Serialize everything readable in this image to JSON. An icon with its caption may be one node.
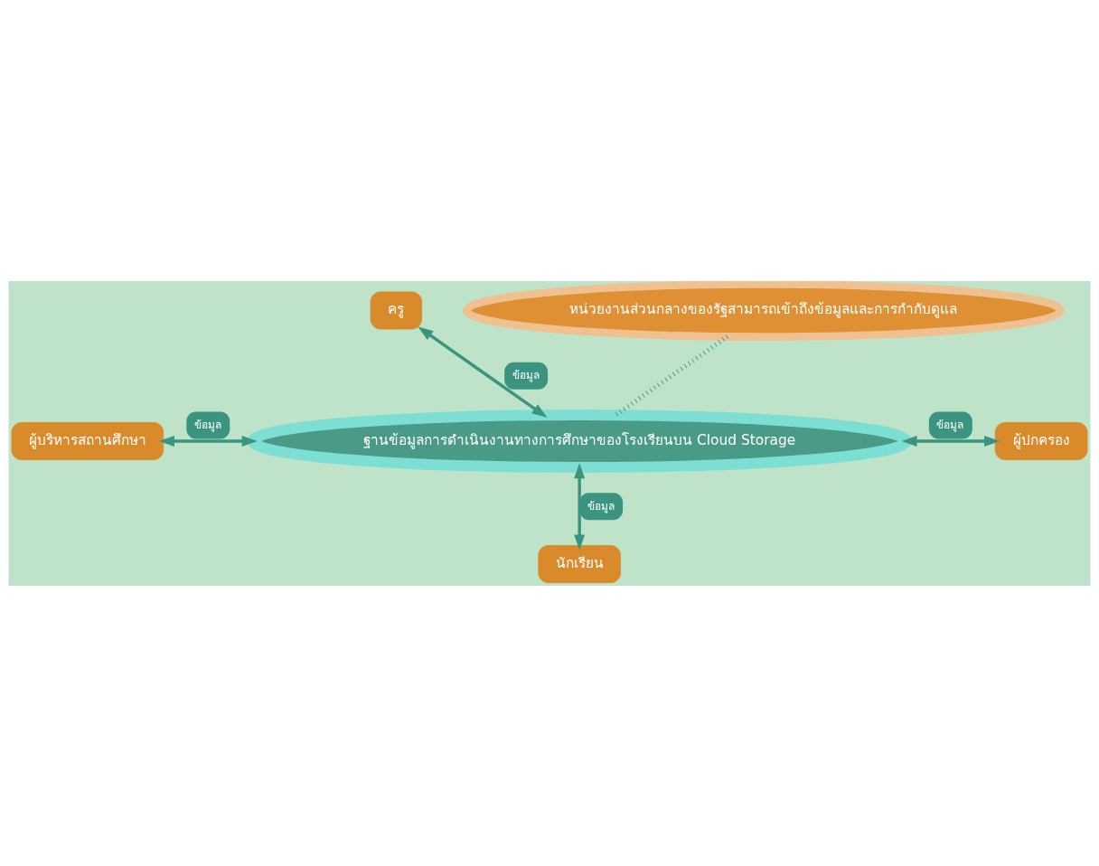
{
  "diagram": {
    "nodes": [
      {
        "text": [
          "ครู"
        ]
      },
      {
        "text": [
          "หน่วยงานส่วนกลางของรัฐสามารถเข้าถึงข้อมูลและการกำกับดูแล"
        ]
      },
      {
        "text": [
          "ผู้บริหารสถานศึกษา"
        ]
      },
      {
        "text": [
          "ฐานข้อมูลการดำเนินงานทางการศึกษาของโรงเรียนบน Cloud Storage"
        ]
      },
      {
        "text": [
          "ผู้ปกครอง"
        ]
      },
      {
        "text": [
          "นักเรียน"
        ]
      }
    ],
    "edges": [
      {
        "from": 0,
        "to": 3,
        "arrow": "both",
        "label": "ข้อมูล"
      },
      {
        "from": 1,
        "to": 3,
        "arrow": "none",
        "style": "dashed"
      },
      {
        "from": 2,
        "to": 3,
        "arrow": "both",
        "label": "ข้อมูล"
      },
      {
        "from": 3,
        "to": 4,
        "arrow": "both",
        "label": "ข้อมูล"
      },
      {
        "from": 3,
        "to": 5,
        "arrow": "both",
        "label": "ข้อมูล"
      }
    ]
  }
}
